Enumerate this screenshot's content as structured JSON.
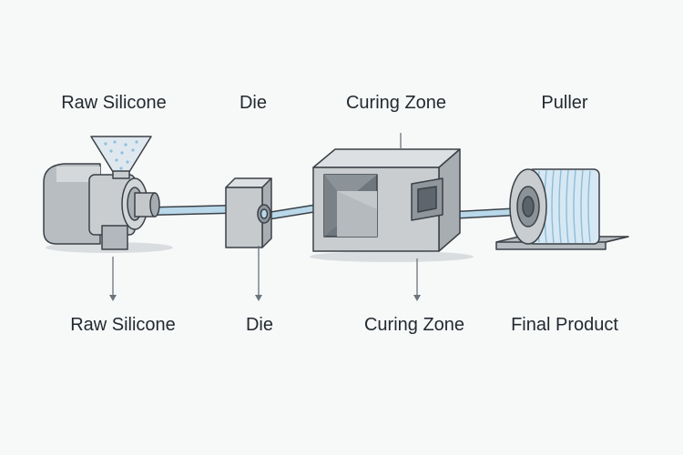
{
  "top_labels": {
    "raw_silicone": "Raw Silicone",
    "die": "Die",
    "curing_zone": "Curing Zone",
    "puller": "Puller"
  },
  "bottom_labels": {
    "raw_silicone": "Raw Silicone",
    "die": "Die",
    "curing_zone": "Curing Zone",
    "final_product": "Final Product"
  },
  "colors": {
    "machine_gray": "#c9cdd0",
    "machine_dark": "#9aa0a5",
    "outline": "#3a4147",
    "tube_blue": "#b9d8ea",
    "coil_blue": "#a9cfe6",
    "arrow_gray": "#6b747a"
  }
}
